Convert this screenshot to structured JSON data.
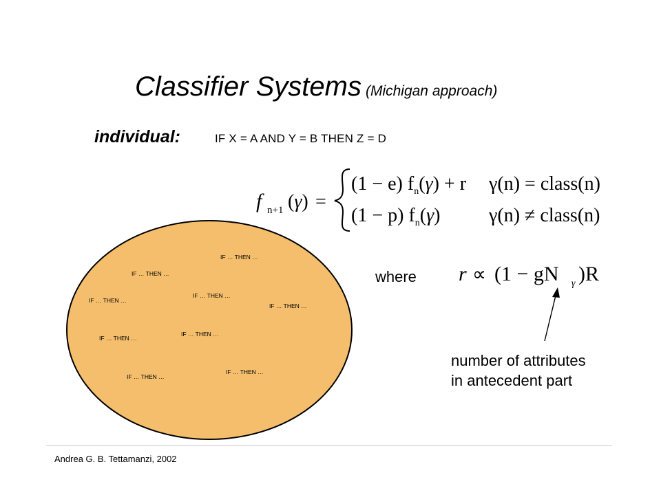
{
  "title": {
    "main": "Classifier Systems",
    "sub": "(Michigan approach)"
  },
  "individual": {
    "label": "individual:",
    "rule": "IF X = A AND Y = B THEN Z = D"
  },
  "formula": {
    "lhs": "f",
    "lhs_sub": "n+1",
    "gamma": "γ",
    "equals": "=",
    "case1_expr": "(1 − e) f",
    "case1_tail": "+ r",
    "case1_cond": "γ(n) = class(n)",
    "case2_expr": "(1 − p) f",
    "case2_cond": "γ(n) ≠ class(n)",
    "n": "n"
  },
  "where": "where",
  "reward": {
    "r": "r",
    "prop": "∝",
    "expr": "(1 − gN",
    "sub": "γ",
    "tail": ")R"
  },
  "attr_note": {
    "line1": "number of attributes",
    "line2": "in antecedent part"
  },
  "population": {
    "fill": "#F4BE6C",
    "rules": [
      "IF … THEN …",
      "IF … THEN …",
      "IF … THEN …",
      "IF … THEN …",
      "IF … THEN …",
      "IF … THEN …",
      "IF … THEN …",
      "IF … THEN …",
      "IF … THEN …"
    ]
  },
  "footer": "Andrea G. B. Tettamanzi, 2002"
}
